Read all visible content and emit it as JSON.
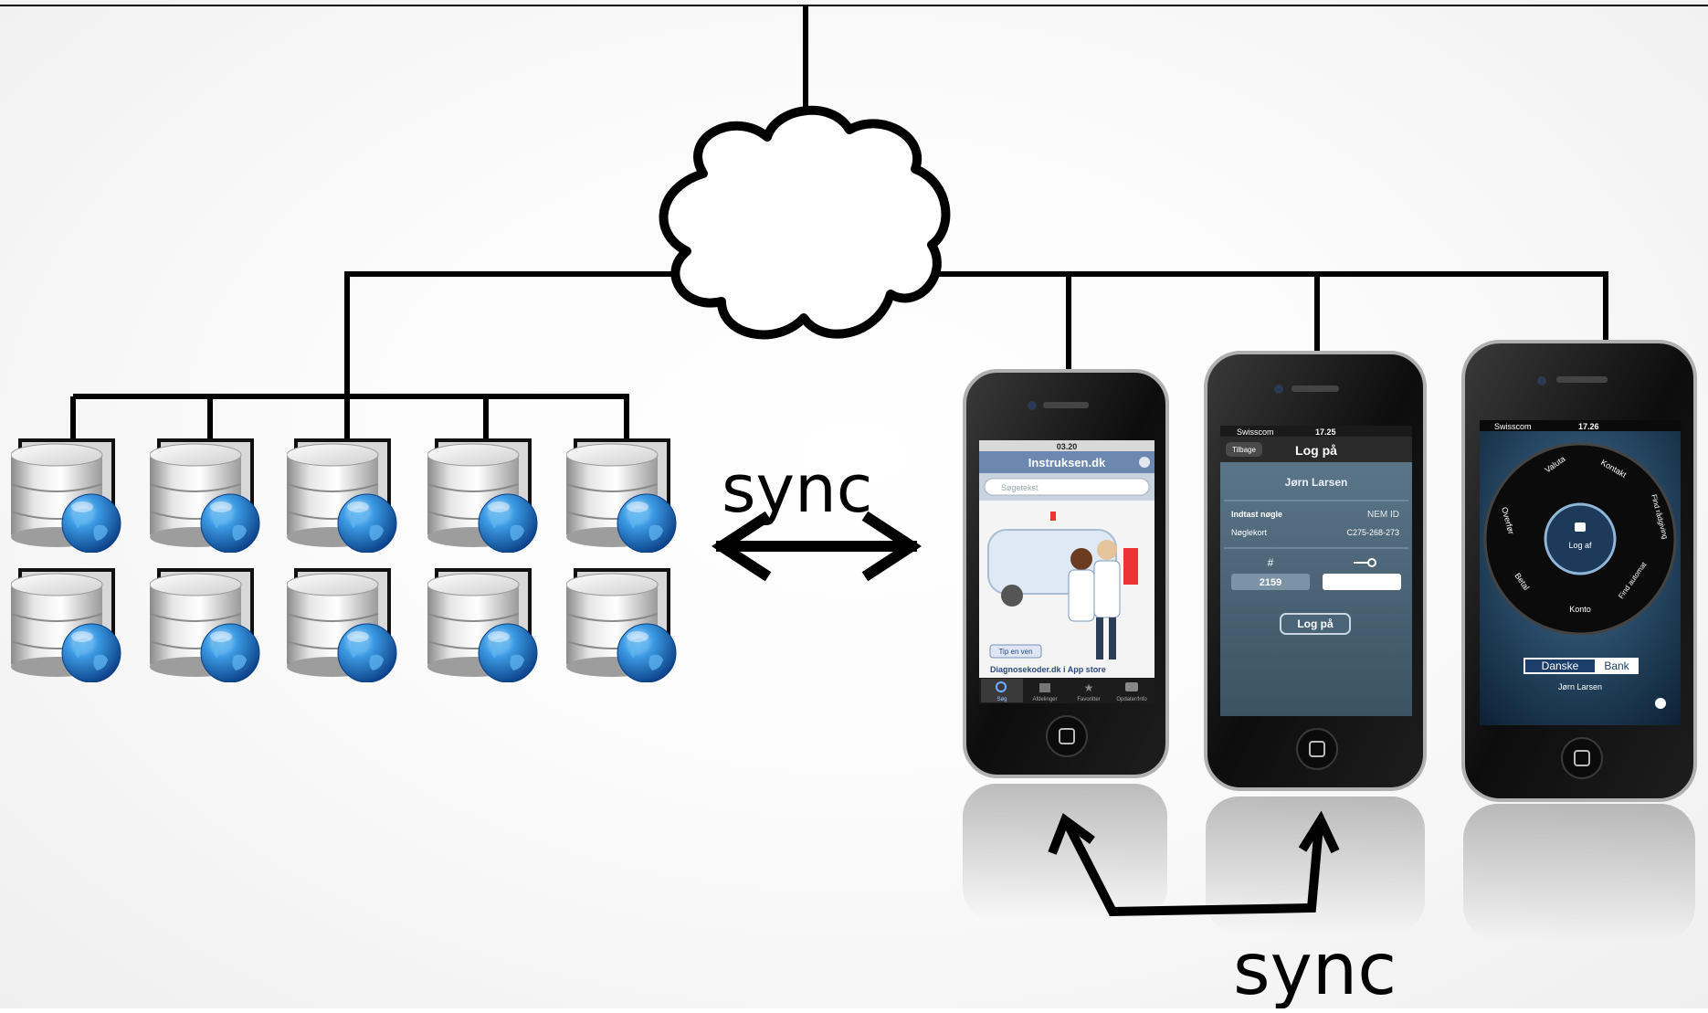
{
  "labels": {
    "sync_top": "sync",
    "sync_bottom": "sync"
  },
  "phone1": {
    "time": "03.20",
    "title": "Instruksen.dk",
    "search_placeholder": "Søgetekst",
    "tip_button": "Tip en ven",
    "promo": "Diagnosekoder.dk i App store",
    "tabs": [
      "Søg",
      "Afdelinger",
      "Favoritter",
      "Opdater/Info"
    ]
  },
  "phone2": {
    "carrier": "Swisscom",
    "time": "17.25",
    "back_label": "Tilbage",
    "title": "Log på",
    "user_name": "Jørn Larsen",
    "key_label": "Indtast nøgle",
    "nemid_label": "NEM ID",
    "card_label": "Nøglekort",
    "card_number": "C275-268-273",
    "hash_label": "#",
    "key_number": "2159",
    "login_button": "Log på"
  },
  "phone3": {
    "carrier": "Swisscom",
    "time": "17.26",
    "menu": [
      "Valuta",
      "Kontakt",
      "Find rådgiving",
      "Find automat",
      "Konto",
      "Betal",
      "Overfør"
    ],
    "center_label": "Log af",
    "brand_left": "Danske",
    "brand_right": "Bank",
    "user_name": "Jørn Larsen"
  },
  "colors": {
    "line": "#000000",
    "db_silver": "#c9c9c9",
    "globe_blue": "#1f7fd0",
    "phone_body": "#111111",
    "bank_blue": "#1c3e6b"
  },
  "icons": {
    "cloud": "cloud-icon",
    "database": "database-server-icon",
    "globe": "globe-icon",
    "arrow": "double-arrow-icon"
  }
}
